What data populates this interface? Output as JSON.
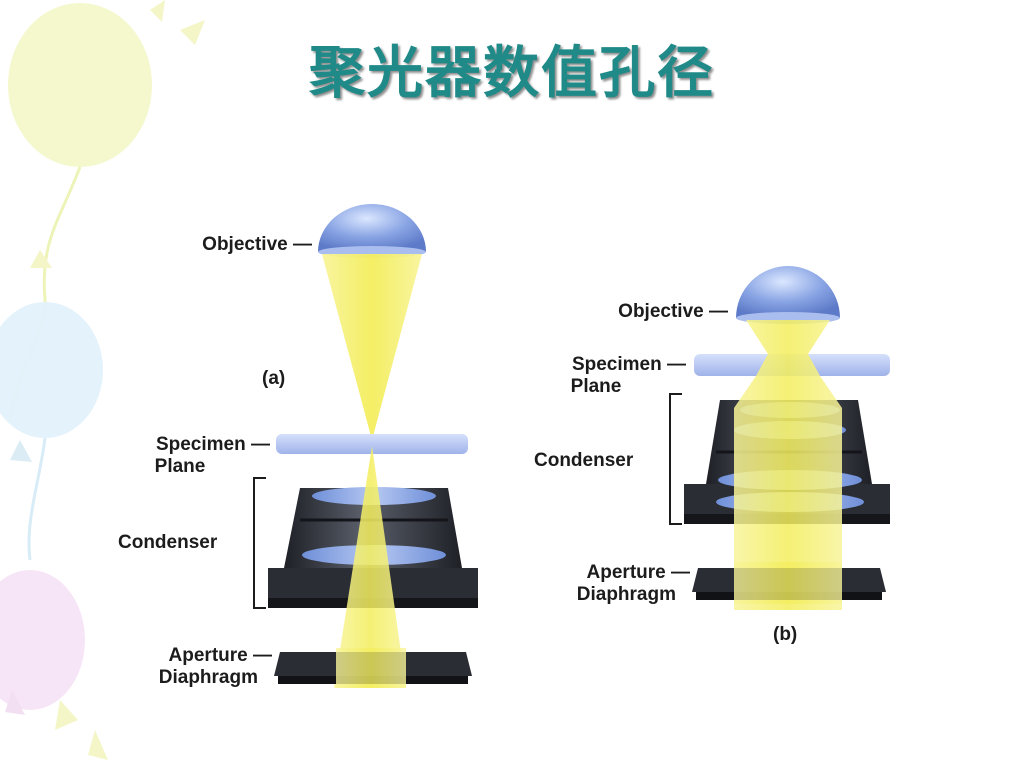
{
  "slide": {
    "title": "聚光器数值孔径"
  },
  "diagram_a": {
    "panel_label": "(a)",
    "objective_label": "Objective —",
    "specimen_label_line1": "Specimen —",
    "specimen_label_line2": "Plane",
    "condenser_label": "Condenser",
    "aperture_label_line1": "Aperture —",
    "aperture_label_line2": "Diaphragm"
  },
  "diagram_b": {
    "panel_label": "(b)",
    "objective_label": "Objective —",
    "specimen_label_line1": "Specimen —",
    "specimen_label_line2": "Plane",
    "condenser_label": "Condenser",
    "aperture_label_line1": "Aperture —",
    "aperture_label_line2": "Diaphragm"
  },
  "colors": {
    "title": "#1f8a88",
    "light_beam": "#f5f06a",
    "lens_blue": "#6f8fd8",
    "condenser_body": "#2a2d33"
  }
}
